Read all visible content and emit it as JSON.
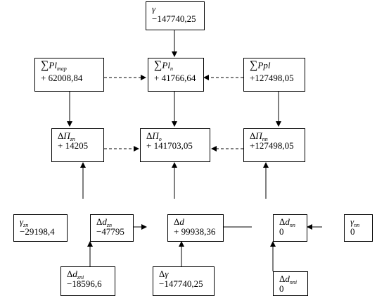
{
  "nodes": {
    "gamma_top": {
      "symbol": "γ",
      "value": "−147740,25"
    },
    "sum_pl_map": {
      "prefix": "∑",
      "symbol": "Pl",
      "sub": "map",
      "value": "+ 62008,84"
    },
    "sum_pl_n": {
      "prefix": "∑",
      "symbol": "Pl",
      "sub": "n",
      "value": "+ 41766,64"
    },
    "sum_ppl": {
      "prefix": "∑",
      "symbol": "Ppl",
      "sub": "",
      "value": "+127498,05"
    },
    "delta_p_zn": {
      "prefix": "Δ",
      "symbol": "П",
      "sub": "zn",
      "value": "+ 14205"
    },
    "delta_p_o": {
      "prefix": "Δ",
      "symbol": "П",
      "sub": "o",
      "value": "+ 141703,05"
    },
    "delta_p_nn": {
      "prefix": "Δ",
      "symbol": "П",
      "sub": "nn",
      "value": "+127498,05"
    },
    "gamma_zn": {
      "symbol": "γ",
      "sub": "zn",
      "value": "−29198,4"
    },
    "delta_d_zn": {
      "prefix": "Δ",
      "symbol": "d",
      "sub": "zn",
      "value": "−47795"
    },
    "delta_d": {
      "prefix": "Δ",
      "symbol": "d",
      "sub": "",
      "value": "+ 99938,36"
    },
    "delta_d_nn": {
      "prefix": "Δ",
      "symbol": "d",
      "sub": "nn",
      "value": "0"
    },
    "gamma_nn": {
      "symbol": "γ",
      "sub": "nn",
      "value": "0"
    },
    "delta_d_zni": {
      "prefix": "Δ",
      "symbol": "d",
      "sub": "zni",
      "value": "−18596,6"
    },
    "delta_gamma": {
      "prefix": "Δ",
      "symbol": "γ",
      "sub": "",
      "value": "−147740,25"
    },
    "delta_d_nni": {
      "prefix": "Δ",
      "symbol": "d",
      "sub": "nni",
      "value": "0"
    }
  },
  "colors": {
    "stroke": "#000000",
    "background": "#ffffff"
  }
}
